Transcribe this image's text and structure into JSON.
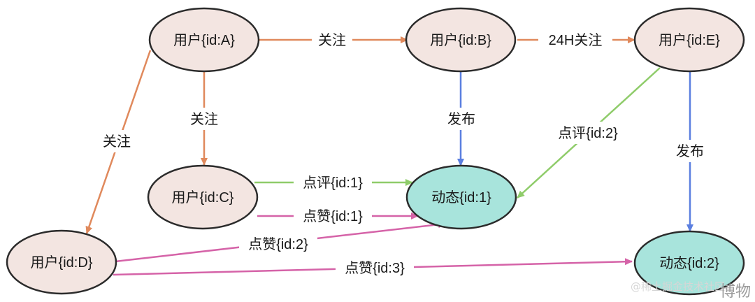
{
  "colors": {
    "follow": "#e0895c",
    "publish": "#5b7fe0",
    "comment": "#8fcc6a",
    "like": "#d563a8",
    "user_node": "#f3e5e1",
    "post_node": "#a8e4dc"
  },
  "nodes": {
    "userA": "用户{id:A}",
    "userB": "用户{id:B}",
    "userC": "用户{id:C}",
    "userD": "用户{id:D}",
    "userE": "用户{id:E}",
    "post1": "动态{id:1}",
    "post2": "动态{id:2}"
  },
  "edges": {
    "a_b": "关注",
    "b_e": "24H关注",
    "a_c": "关注",
    "a_d": "关注",
    "b_post1": "发布",
    "e_post1": "点评{id:2}",
    "e_post2": "发布",
    "c_post1_comment": "点评{id:1}",
    "c_post1_like": "点赞{id:1}",
    "d_post1": "点赞{id:2}",
    "d_post2": "点赞{id:3}"
  },
  "watermark": {
    "source": "@稀土掘金技术社区",
    "brand": "博物"
  }
}
